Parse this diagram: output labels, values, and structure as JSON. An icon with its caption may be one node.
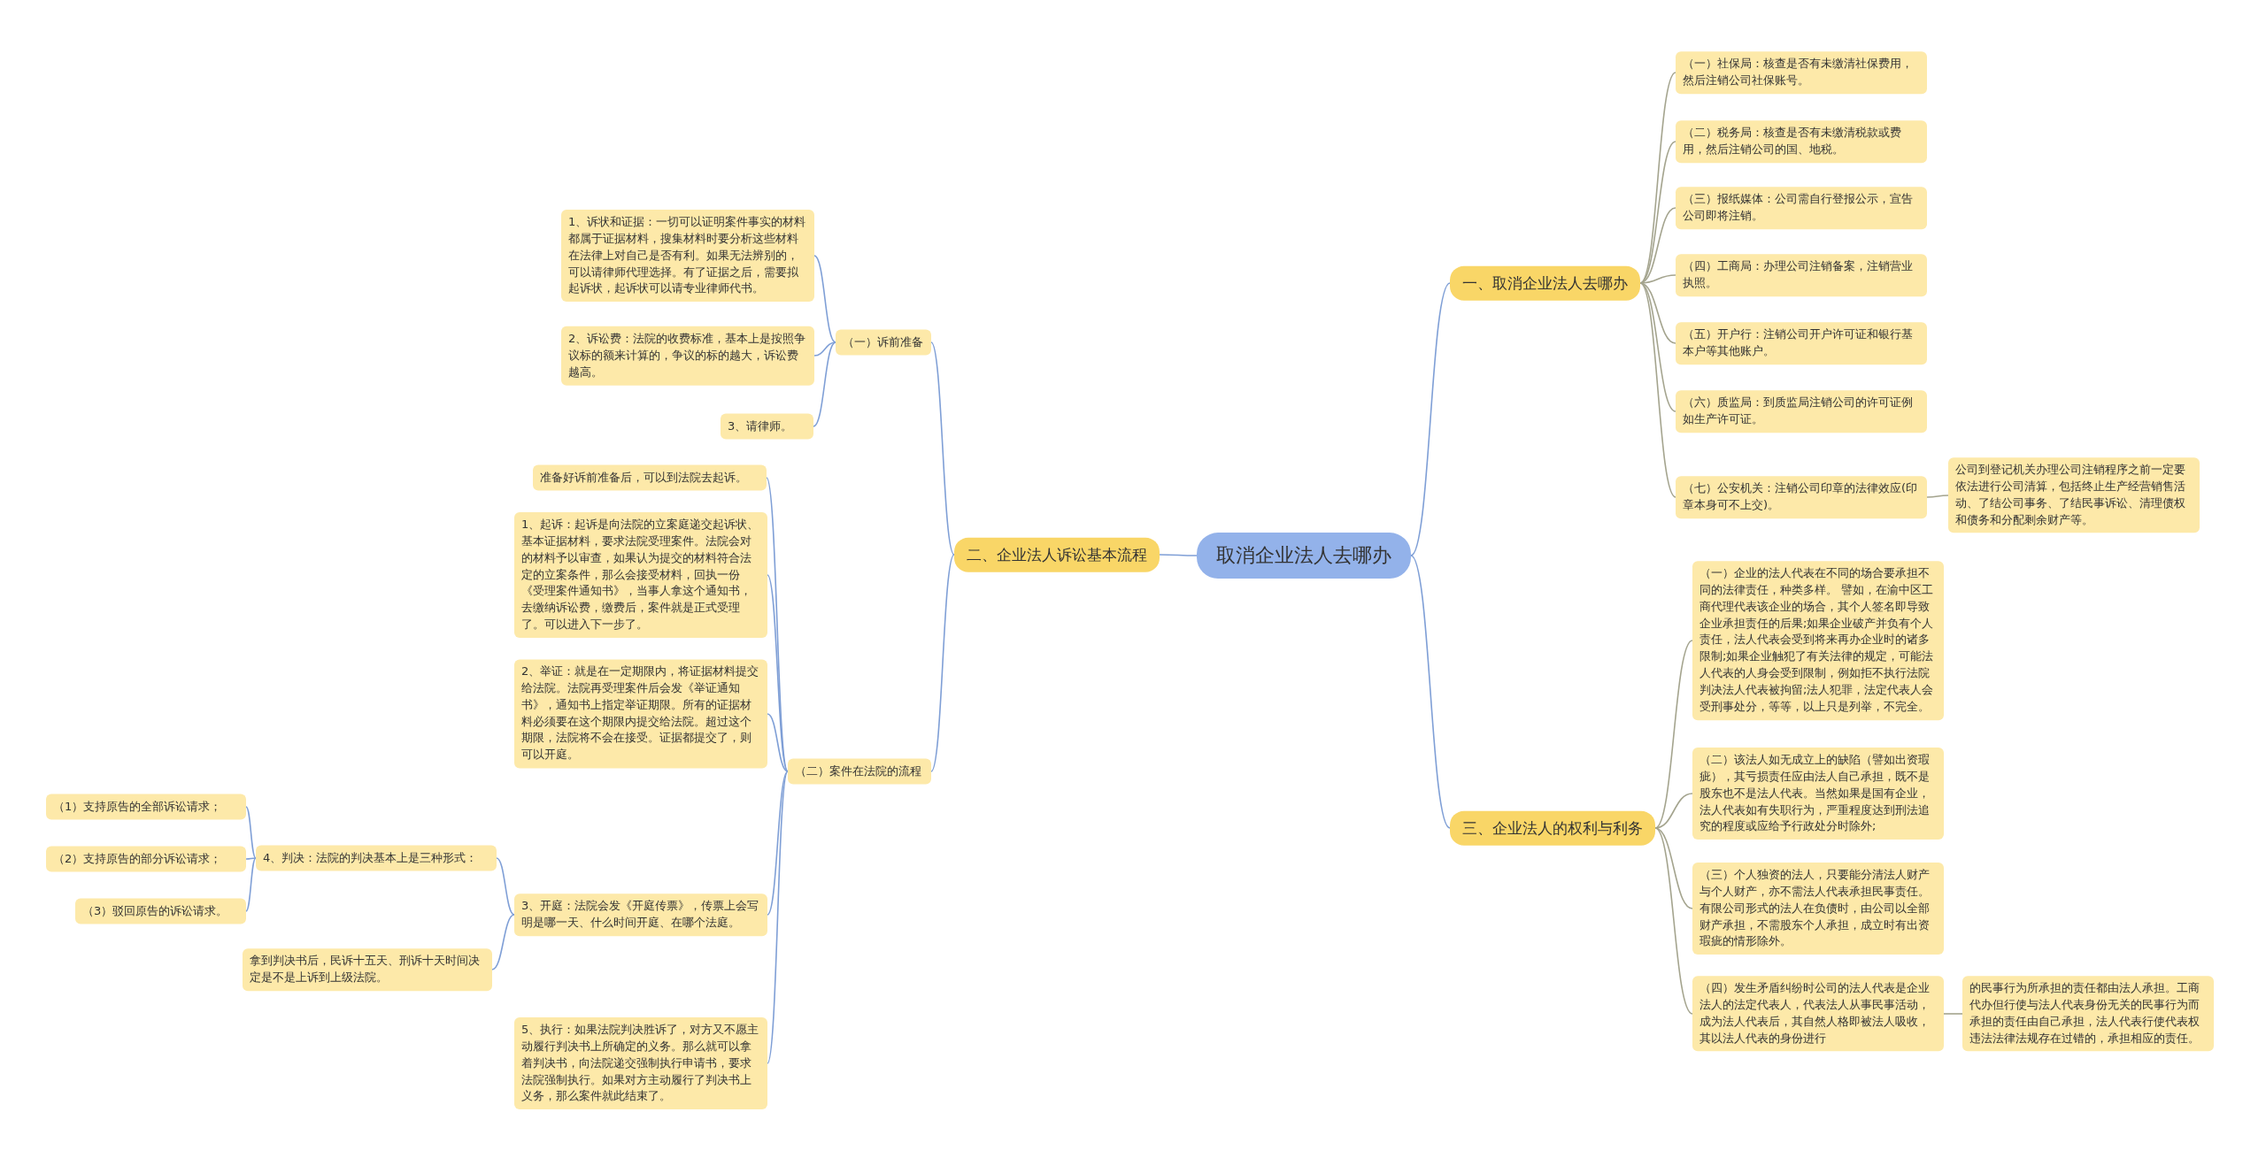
{
  "diagram": {
    "nodes": [
      {
        "text": [
          "取消企业法人去哪办"
        ]
      },
      {
        "text": [
          "一、取消企业法人去哪办"
        ]
      },
      {
        "text": [
          "（一）社保局：核查是否有未缴清社保费用，然后注销公司社保账号。"
        ]
      },
      {
        "text": [
          "（二）税务局：核查是否有未缴清税款或费用，然后注销公司的国、地税。"
        ]
      },
      {
        "text": [
          "（三）报纸媒体：公司需自行登报公示，宣告公司即将注销。"
        ]
      },
      {
        "text": [
          "（四）工商局：办理公司注销备案，注销营业执照。"
        ]
      },
      {
        "text": [
          "（五）开户行：注销公司开户许可证和银行基本户等其他账户。"
        ]
      },
      {
        "text": [
          "（六）质监局：到质监局注销公司的许可证例如生产许可证。"
        ]
      },
      {
        "text": [
          "（七）公安机关：注销公司印章的法律效应(印章本身可不上交)。"
        ]
      },
      {
        "text": [
          "公司到登记机关办理公司注销程序之前一定要依法进行公司清算，包括终止生产经营销售活动、了结公司事务、了结民事诉讼、清理债权和债务和分配剩余财产等。"
        ]
      },
      {
        "text": [
          "三、企业法人的权利与利务"
        ]
      },
      {
        "text": [
          "（一）企业的法人代表在不同的场合要承担不同的法律责任，种类多样。 譬如，在渝中区工商代理代表该企业的场合，其个人签名即导致企业承担责任的后果;如果企业破产并负有个人责任，法人代表会受到将来再办企业时的诸多限制;如果企业触犯了有关法律的规定，可能法人代表的人身会受到限制，例如拒不执行法院判决法人代表被拘留;法人犯罪，法定代表人会受刑事处分，等等，以上只是列举，不完全。"
        ]
      },
      {
        "text": [
          "（二）该法人如无成立上的缺陷（譬如出资瑕疵），其亏损责任应由法人自己承担，既不是股东也不是法人代表。当然如果是国有企业，法人代表如有失职行为，严重程度达到刑法追究的程度或应给予行政处分时除外;"
        ]
      },
      {
        "text": [
          "（三）个人独资的法人，只要能分清法人财产与个人财产，亦不需法人代表承担民事责任。有限公司形式的法人在负债时，由公司以全部财产承担，不需股东个人承担，成立时有出资瑕疵的情形除外。"
        ]
      },
      {
        "text": [
          "（四）发生矛盾纠纷时公司的法人代表是企业法人的法定代表人，代表法人从事民事活动，成为法人代表后，其自然人格即被法人吸收，其以法人代表的身份进行"
        ]
      },
      {
        "text": [
          "的民事行为所承担的责任都由法人承担。工商代办但行使与法人代表身份无关的民事行为而承担的责任由自己承担，法人代表行使代表权违法法律法规存在过错的，承担相应的责任。"
        ]
      },
      {
        "text": [
          "二、企业法人诉讼基本流程"
        ]
      },
      {
        "text": [
          "（一）诉前准备"
        ]
      },
      {
        "text": [
          "1、诉状和证据：一切可以证明案件事实的材料都属于证据材料，搜集材料时要分析这些材料在法律上对自己是否有利。如果无法辨别的，可以请律师代理选择。有了证据之后，需要拟起诉状，起诉状可以请专业律师代书。"
        ]
      },
      {
        "text": [
          "2、诉讼费：法院的收费标准，基本上是按照争议标的额来计算的，争议的标的越大，诉讼费越高。"
        ]
      },
      {
        "text": [
          "3、请律师。"
        ]
      },
      {
        "text": [
          "（二）案件在法院的流程"
        ]
      },
      {
        "text": [
          "准备好诉前准备后，可以到法院去起诉。"
        ]
      },
      {
        "text": [
          "1、起诉：起诉是向法院的立案庭递交起诉状、基本证据材料，要求法院受理案件。法院会对的材料予以审查，如果认为提交的材料符合法定的立案条件，那么会接受材料，回执一份《受理案件通知书》，当事人拿这个通知书，去缴纳诉讼费，缴费后，案件就是正式受理了。可以进入下一步了。"
        ]
      },
      {
        "text": [
          "2、举证：就是在一定期限内，将证据材料提交给法院。法院再受理案件后会发《举证通知书》，通知书上指定举证期限。所有的证据材料必须要在这个期限内提交给法院。超过这个期限，法院将不会在接受。证据都提交了，则可以开庭。"
        ]
      },
      {
        "text": [
          "3、开庭：法院会发《开庭传票》，传票上会写明是哪一天、什么时间开庭、在哪个法庭。"
        ]
      },
      {
        "text": [
          "4、判决：法院的判决基本上是三种形式："
        ]
      },
      {
        "text": [
          "（1）支持原告的全部诉讼请求；"
        ]
      },
      {
        "text": [
          "（2）支持原告的部分诉讼请求；"
        ]
      },
      {
        "text": [
          "（3）驳回原告的诉讼请求。"
        ]
      },
      {
        "text": [
          "拿到判决书后，民诉十五天、刑诉十天时间决定是不是上诉到上级法院。"
        ]
      },
      {
        "text": [
          "5、执行：如果法院判决胜诉了，对方又不愿主动履行判决书上所确定的义务。那么就可以拿着判决书，向法院递交强制执行申请书，要求法院强制执行。如果对方主动履行了判决书上义务，那么案件就此结束了。"
        ]
      }
    ],
    "edges": [
      {
        "from": 0,
        "to": 1,
        "arrow": "none"
      },
      {
        "from": 0,
        "to": 10,
        "arrow": "none"
      },
      {
        "from": 0,
        "to": 16,
        "arrow": "none"
      },
      {
        "from": 1,
        "to": 2,
        "arrow": "none",
        "color": "#a4a48e"
      },
      {
        "from": 1,
        "to": 3,
        "arrow": "none",
        "color": "#a4a48e"
      },
      {
        "from": 1,
        "to": 4,
        "arrow": "none",
        "color": "#a4a48e"
      },
      {
        "from": 1,
        "to": 5,
        "arrow": "none",
        "color": "#a4a48e"
      },
      {
        "from": 1,
        "to": 6,
        "arrow": "none",
        "color": "#a4a48e"
      },
      {
        "from": 1,
        "to": 7,
        "arrow": "none",
        "color": "#a4a48e"
      },
      {
        "from": 1,
        "to": 8,
        "arrow": "none",
        "color": "#a4a48e"
      },
      {
        "from": 8,
        "to": 9,
        "arrow": "none",
        "color": "#a4a48e"
      },
      {
        "from": 10,
        "to": 11,
        "arrow": "none",
        "color": "#a4a48e"
      },
      {
        "from": 10,
        "to": 12,
        "arrow": "none",
        "color": "#a4a48e"
      },
      {
        "from": 10,
        "to": 13,
        "arrow": "none",
        "color": "#a4a48e"
      },
      {
        "from": 10,
        "to": 14,
        "arrow": "none",
        "color": "#a4a48e"
      },
      {
        "from": 14,
        "to": 15,
        "arrow": "none",
        "color": "#a4a48e"
      },
      {
        "from": 16,
        "to": 17,
        "arrow": "none"
      },
      {
        "from": 16,
        "to": 21,
        "arrow": "none"
      },
      {
        "from": 17,
        "to": 18,
        "arrow": "none"
      },
      {
        "from": 17,
        "to": 19,
        "arrow": "none"
      },
      {
        "from": 17,
        "to": 20,
        "arrow": "none"
      },
      {
        "from": 21,
        "to": 22,
        "arrow": "none"
      },
      {
        "from": 21,
        "to": 23,
        "arrow": "none"
      },
      {
        "from": 21,
        "to": 24,
        "arrow": "none"
      },
      {
        "from": 21,
        "to": 25,
        "arrow": "none"
      },
      {
        "from": 21,
        "to": 31,
        "arrow": "none"
      },
      {
        "from": 25,
        "to": 26,
        "arrow": "none"
      },
      {
        "from": 25,
        "to": 30,
        "arrow": "none"
      },
      {
        "from": 26,
        "to": 27,
        "arrow": "none"
      },
      {
        "from": 26,
        "to": 28,
        "arrow": "none"
      },
      {
        "from": 26,
        "to": 29,
        "arrow": "none"
      }
    ]
  }
}
